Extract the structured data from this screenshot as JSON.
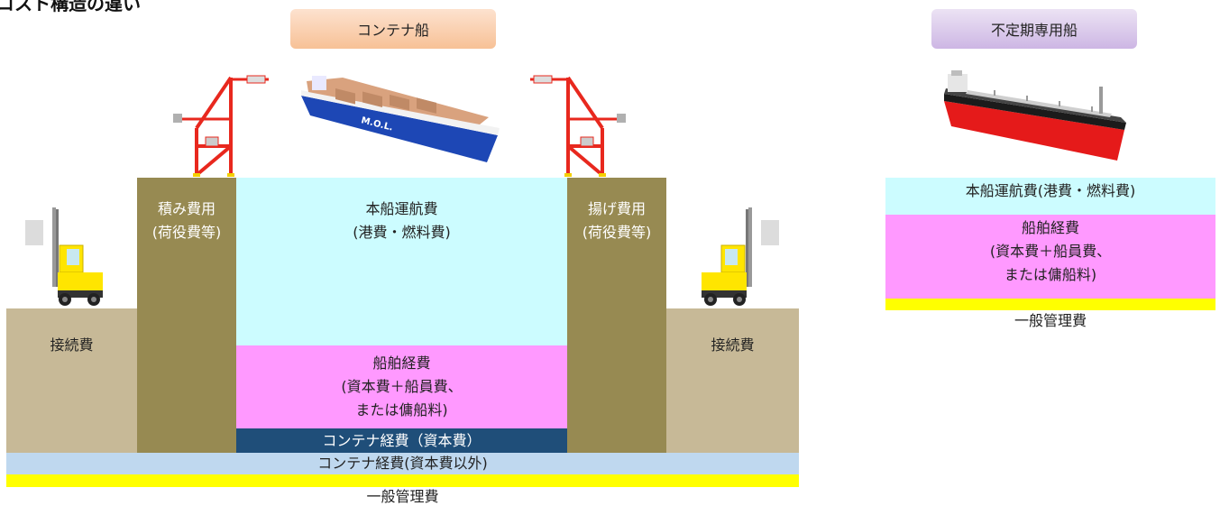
{
  "title": "コスト構造の違い",
  "container_ship": {
    "label": "コンテナ船",
    "loading_cost": {
      "line1": "積み費用",
      "line2": "(荷役費等)"
    },
    "unloading_cost": {
      "line1": "揚げ費用",
      "line2": "(荷役費等)"
    },
    "operating_cost": {
      "line1": "本船運航費",
      "line2": "(港費・燃料費)"
    },
    "vessel_cost": {
      "line1": "船舶経費",
      "line2": "(資本費＋船員費、",
      "line3": "または傭船料)"
    },
    "connection_cost_left": "接続費",
    "connection_cost_right": "接続費",
    "container_capital_cost": "コンテナ経費（資本費）",
    "container_other_cost": "コンテナ経費(資本費以外)",
    "general_admin_cost": "一般管理費",
    "ship_marking": "M.O.L."
  },
  "tramp_ship": {
    "label": "不定期専用船",
    "operating_cost": "本船運航費(港費・燃料費)",
    "vessel_cost": {
      "line1": "船舶経費",
      "line2": "(資本費＋船員費、",
      "line3": "または傭船料)"
    },
    "general_admin_cost": "一般管理費"
  },
  "colors": {
    "crane": "#e8281e",
    "operating_cost": "#ccfcff",
    "vessel_cost": "#ff99ff",
    "container_capital": "#1f4e79",
    "container_other": "#bfd8ef",
    "general_admin": "#ffff00",
    "handling_pillar": "#978a52",
    "ground": "#c7b997"
  }
}
